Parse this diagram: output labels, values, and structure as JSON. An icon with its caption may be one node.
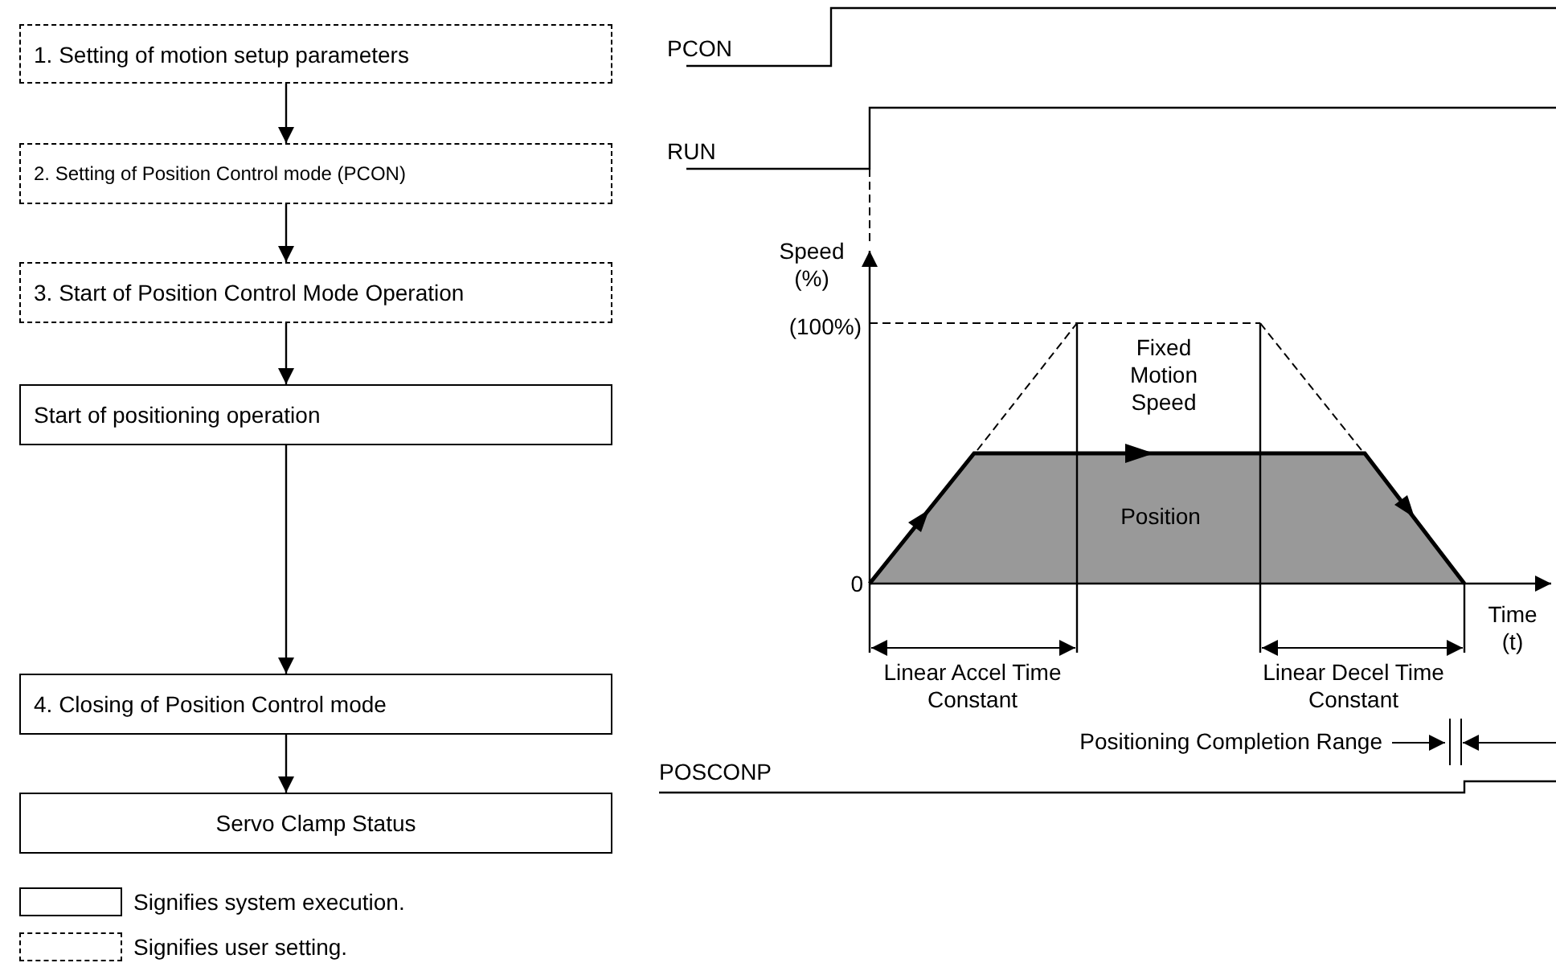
{
  "diagram": {
    "nodes": [
      {
        "text": [
          "1. Setting of motion setup parameters"
        ]
      },
      {
        "text": [
          "2. Setting of Position Control mode (PCON)"
        ]
      },
      {
        "text": [
          "3. Start of Position Control Mode Operation"
        ]
      },
      {
        "text": [
          "Start of positioning operation"
        ]
      },
      {
        "text": [
          "4. Closing of Position Control mode"
        ]
      },
      {
        "text": [
          "Servo Clamp Status"
        ]
      },
      {
        "text": [
          "Position"
        ]
      }
    ],
    "edges": [
      {
        "from": 0,
        "to": 1,
        "arrow": "to"
      },
      {
        "from": 1,
        "to": 2,
        "arrow": "to"
      },
      {
        "from": 2,
        "to": 3,
        "arrow": "to"
      },
      {
        "from": 3,
        "to": 4,
        "arrow": "to"
      },
      {
        "from": 4,
        "to": 5,
        "arrow": "to"
      }
    ],
    "labels": [
      "PCON",
      "RUN",
      "Speed (%)",
      "(100%)",
      "Fixed Motion Speed",
      "0",
      "Time (t)",
      "Linear Accel Time Constant",
      "Linear Decel Time Constant",
      "Positioning Completion Range",
      "POSCONP"
    ],
    "legend": [
      {
        "text": "Signifies system execution."
      },
      {
        "text": "Signifies user setting."
      }
    ]
  }
}
